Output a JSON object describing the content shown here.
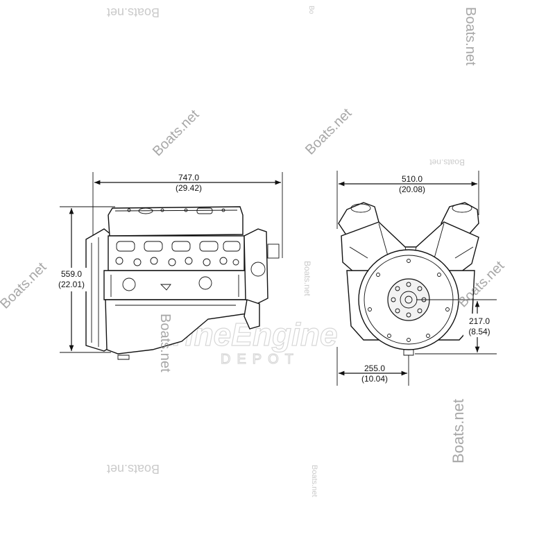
{
  "side_view": {
    "width_mm": "747.0",
    "width_in": "(29.42)",
    "height_mm": "559.0",
    "height_in": "(22.01)"
  },
  "front_view": {
    "width_mm": "510.0",
    "width_in": "(20.08)",
    "crank_height_mm": "217.0",
    "crank_height_in": "(8.54)",
    "crank_offset_mm": "255.0",
    "crank_offset_in": "(10.04)"
  },
  "watermarks": {
    "boats": "Boats.net",
    "boats_short": "Bo",
    "depot_logo_top": "MarineEngine",
    "depot_logo_bottom": "DEPOT"
  }
}
